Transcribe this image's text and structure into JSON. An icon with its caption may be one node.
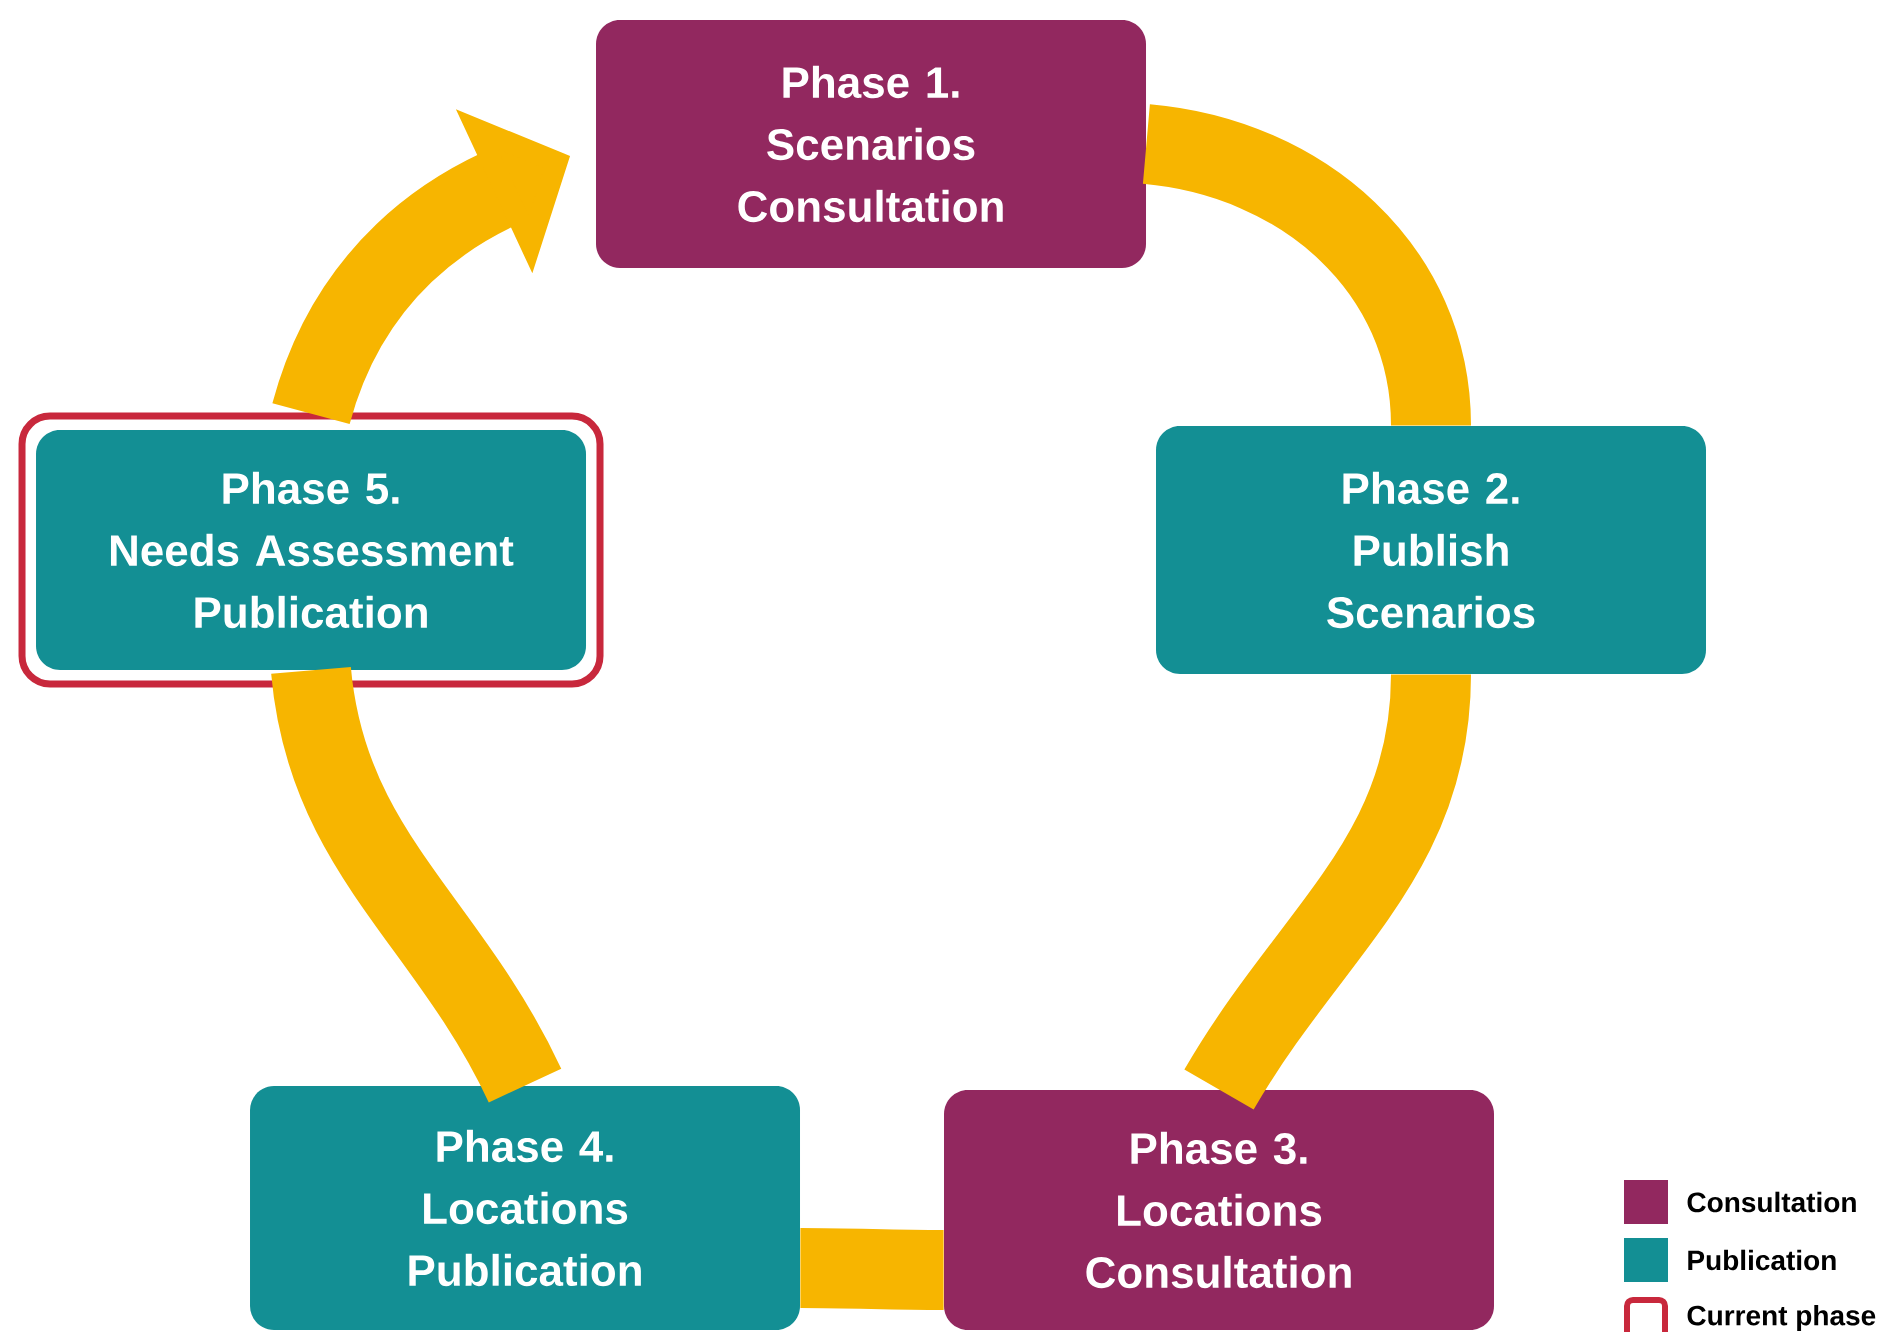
{
  "diagram": {
    "nodes": [
      {
        "text": [
          "Phase 1.",
          "Scenarios Consultation"
        ]
      },
      {
        "text": [
          "Phase 2.",
          "Publish Scenarios"
        ]
      },
      {
        "text": [
          "Phase 3.",
          "Locations Consultation"
        ]
      },
      {
        "text": [
          "Phase 4.",
          "Locations Publication"
        ]
      },
      {
        "text": [
          "Phase 5.",
          "Needs Assessment Publication"
        ]
      }
    ],
    "edges": [
      {
        "from": 0,
        "to": 1,
        "arrow": "none"
      },
      {
        "from": 1,
        "to": 2,
        "arrow": "none"
      },
      {
        "from": 2,
        "to": 3,
        "arrow": "none"
      },
      {
        "from": 3,
        "to": 4,
        "arrow": "none"
      },
      {
        "from": 4,
        "to": 0,
        "arrow": "to"
      }
    ],
    "legend": [
      {
        "text": "Consultation",
        "color": "#92285f"
      },
      {
        "text": "Publication",
        "color": "#138f94"
      },
      {
        "text": "Current phase"
      }
    ]
  }
}
